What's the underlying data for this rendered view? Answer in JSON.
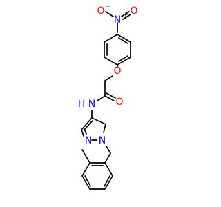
{
  "molecule": {
    "atoms": {
      "nitro_n": {
        "text": "N",
        "charge": "+",
        "color": "#0000ff"
      },
      "nitro_o_minus": {
        "text": "O",
        "charge": "−",
        "color": "#ff0000"
      },
      "nitro_o_double": {
        "text": "O",
        "color": "#ff0000"
      },
      "ether_o": {
        "text": "O",
        "color": "#ff0000"
      },
      "carbonyl_o": {
        "text": "O",
        "color": "#ff0000"
      },
      "amide_nh": {
        "text": "N",
        "h": "H",
        "color": "#0000ff"
      },
      "pyrazole_n2": {
        "text": "N",
        "color": "#0000ff"
      },
      "pyrazole_n1": {
        "text": "N",
        "color": "#0000ff"
      }
    }
  }
}
